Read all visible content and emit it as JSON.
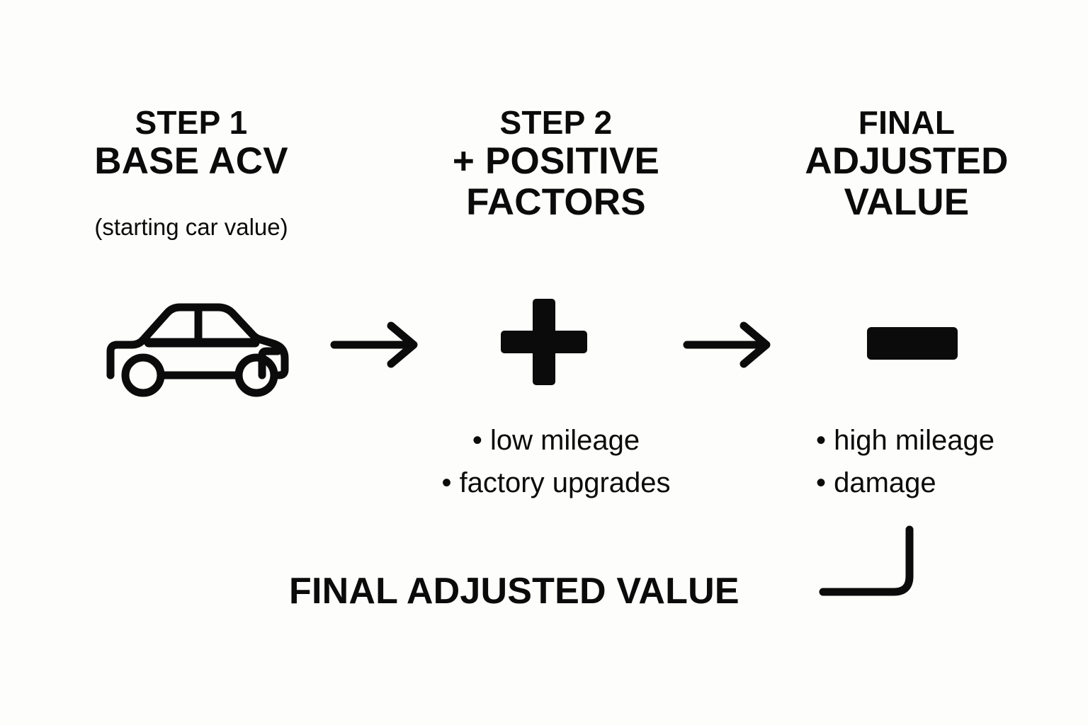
{
  "theme": {
    "background": "#fdfdfb",
    "ink": "#0b0b0b"
  },
  "columns": [
    {
      "id": "step-1",
      "heading_step": "STEP 1",
      "heading_main": "BASE ACV",
      "subnote": "(starting car value)",
      "icon": "car-icon",
      "bullets": []
    },
    {
      "id": "step-2",
      "heading_step": "STEP 2",
      "heading_main_line1": "+ POSITIVE",
      "heading_main_line2": "FACTORS",
      "icon": "plus-icon",
      "bullets": [
        "• low mileage",
        "• factory upgrades"
      ]
    },
    {
      "id": "final",
      "heading_step": "FINAL",
      "heading_main_line1": "ADJUSTED",
      "heading_main_line2": "VALUE",
      "icon": "minus-icon",
      "bullets": [
        "• high mileage",
        "• damage"
      ]
    }
  ],
  "connectors": [
    {
      "id": "arrow-1",
      "icon": "arrow-right-icon"
    },
    {
      "id": "arrow-2",
      "icon": "arrow-right-icon"
    },
    {
      "id": "elbow",
      "icon": "elbow-connector-icon"
    }
  ],
  "footer": {
    "label": "FINAL ADJUSTED VALUE"
  }
}
